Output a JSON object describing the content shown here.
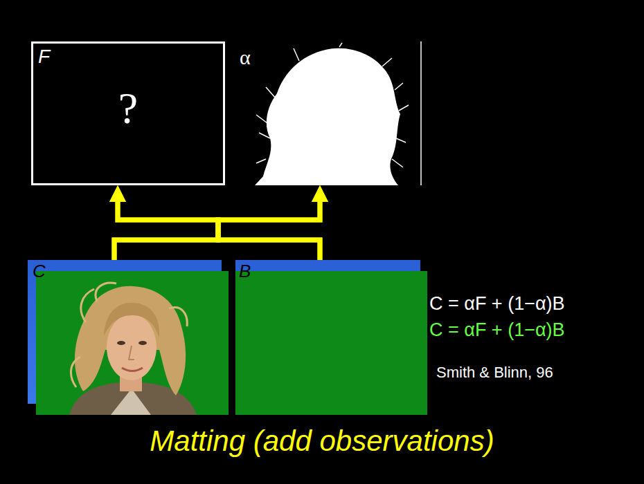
{
  "diagram": {
    "title": "Matting (add observations)",
    "nodes": [
      {
        "text": [
          "F",
          "?"
        ]
      },
      {
        "text": [
          "α"
        ]
      },
      {
        "text": [
          "C"
        ]
      },
      {
        "text": [
          "B"
        ]
      }
    ],
    "edges": [
      {
        "from": 2,
        "to": 0,
        "arrow": "to"
      },
      {
        "from": 2,
        "to": 1,
        "arrow": "to"
      },
      {
        "from": 3,
        "to": 0,
        "arrow": "to"
      },
      {
        "from": 3,
        "to": 1,
        "arrow": "to"
      }
    ],
    "labels": [
      "C = αF + (1−α)B",
      "C = αF + (1−α)B",
      "Smith & Blinn, 96"
    ]
  }
}
